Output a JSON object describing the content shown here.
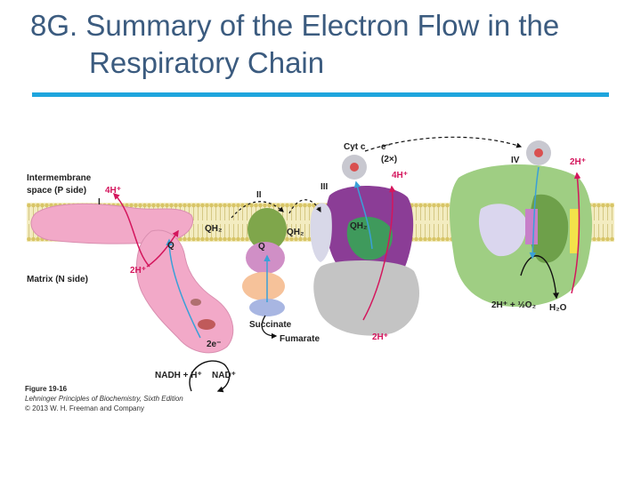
{
  "slide": {
    "title_line1": "8G. Summary of the Electron Flow in the",
    "title_line2": "Respiratory Chain"
  },
  "diagram": {
    "labels": {
      "intermembrane_line1": "Intermembrane",
      "intermembrane_line2": "space (P side)",
      "matrix": "Matrix (N side)",
      "complex_1": "I",
      "complex_2": "II",
      "complex_3": "III",
      "complex_4": "IV",
      "cyt_c": "Cyt c",
      "electrons_top": "e⁻",
      "electrons_count": "(2×)",
      "qh2_a": "QH₂",
      "qh2_b": "QH₂",
      "qh2_c": "QH₂",
      "q_a": "Q",
      "q_b": "Q",
      "h_4_left": "4H⁺",
      "h_2_left": "2H⁺",
      "h_4_mid": "4H⁺",
      "h_2_right": "2H⁺",
      "h_2_bottom": "2H⁺",
      "two_e": "2e⁻",
      "succinate": "Succinate",
      "fumarate": "Fumarate",
      "nadh": "NADH + H⁺",
      "nad": "NAD⁺",
      "oxygen": "2H⁺ + ½O₂",
      "water": "H₂O"
    },
    "caption": {
      "figure": "Figure 19-16",
      "book": "Lehninger Principles of Biochemistry, Sixth Edition",
      "copyright": "© 2013 W. H. Freeman and Company"
    },
    "colors": {
      "membrane": "#e9df95",
      "complex_1": "#f2a9c8",
      "complex_2": "#7fa64b",
      "complex_3": "#8b3d96",
      "complex_4": "#9fce83",
      "proton": "#d4165d",
      "electron_path": "#3aa0d8"
    }
  }
}
